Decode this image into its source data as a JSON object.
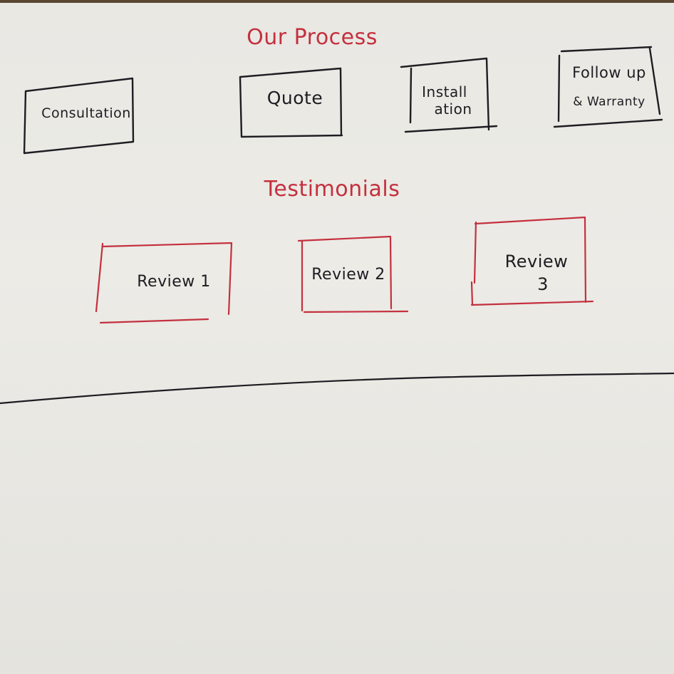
{
  "sections": {
    "process": {
      "heading": "Our Process",
      "steps": [
        {
          "lines": [
            "Consultation"
          ]
        },
        {
          "lines": [
            "Quote"
          ]
        },
        {
          "lines": [
            "Install",
            "ation"
          ]
        },
        {
          "lines": [
            "Follow up",
            "& Warranty"
          ]
        }
      ]
    },
    "testimonials": {
      "heading": "Testimonials",
      "reviews": [
        {
          "lines": [
            "Review 1"
          ]
        },
        {
          "lines": [
            "Review 2"
          ]
        },
        {
          "lines": [
            "Review",
            "3"
          ]
        }
      ]
    }
  },
  "colors": {
    "black_ink": "#1d1d22",
    "red_ink": "#c4303e",
    "paper": "#e9e8e3"
  }
}
